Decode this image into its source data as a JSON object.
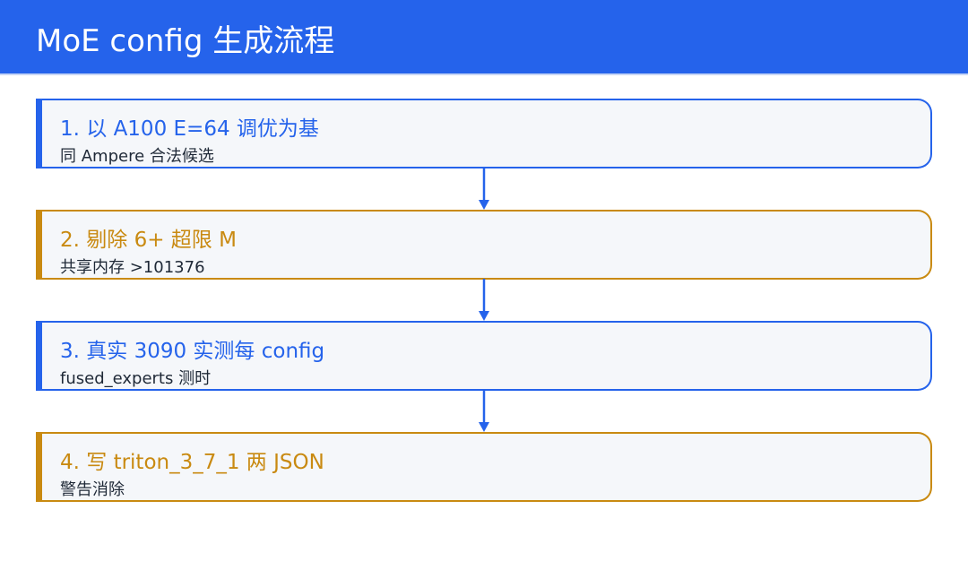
{
  "header": {
    "title": "MoE config 生成流程"
  },
  "steps": [
    {
      "title": "1. 以 A100 E=64 调优为基",
      "subtitle": "同 Ampere 合法候选",
      "accent": "#2563eb"
    },
    {
      "title": "2. 剔除 6+ 超限 M",
      "subtitle": "共享内存 >101376",
      "accent": "#c98a11"
    },
    {
      "title": "3. 真实 3090 实测每 config",
      "subtitle": "fused_experts 测时",
      "accent": "#2563eb"
    },
    {
      "title": "4. 写 triton_3_7_1 两 JSON",
      "subtitle": "警告消除",
      "accent": "#c98a11"
    }
  ],
  "colors": {
    "header_bg": "#2563eb",
    "blue": "#2563eb",
    "gold": "#c98a11",
    "box_bg": "#f5f7fa"
  }
}
